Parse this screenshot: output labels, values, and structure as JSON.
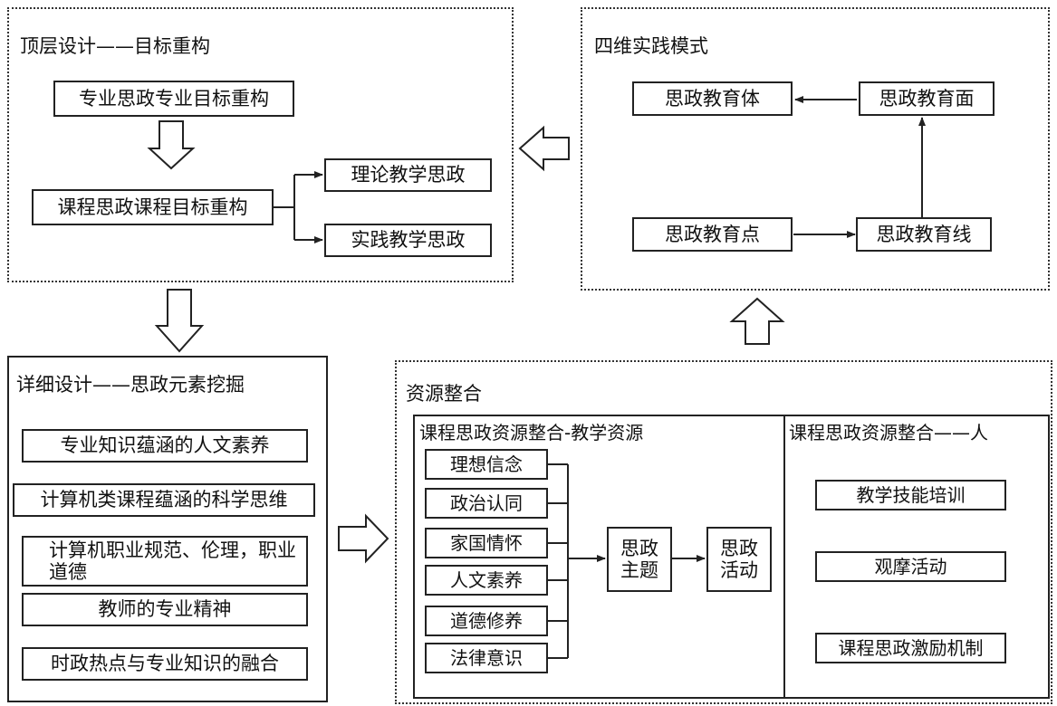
{
  "top_design": {
    "title": "顶层设计——目标重构",
    "major_goal": "专业思政专业目标重构",
    "course_goal": "课程思政课程目标重构",
    "theory": "理论教学思政",
    "practice": "实践教学思政"
  },
  "four_dim": {
    "title": "四维实践模式",
    "body": "思政教育体",
    "surface": "思政教育面",
    "point": "思政教育点",
    "line": "思政教育线"
  },
  "detail_design": {
    "title": "详细设计——思政元素挖掘",
    "items": [
      "专业知识蕴涵的人文素养",
      "计算机类课程蕴涵的科学思维",
      "计算机职业规范、伦理，职业道德",
      "教师的专业精神",
      "时政热点与专业知识的融合"
    ]
  },
  "resource": {
    "title": "资源整合",
    "left_title": "课程思政资源整合-教学资源",
    "right_title": "课程思政资源整合——人",
    "elements": [
      "理想信念",
      "政治认同",
      "家国情怀",
      "人文素养",
      "道德修养",
      "法律意识"
    ],
    "theme": "思政主题",
    "activity": "思政活动",
    "people": [
      "教学技能培训",
      "观摩活动",
      "课程思政激励机制"
    ]
  }
}
